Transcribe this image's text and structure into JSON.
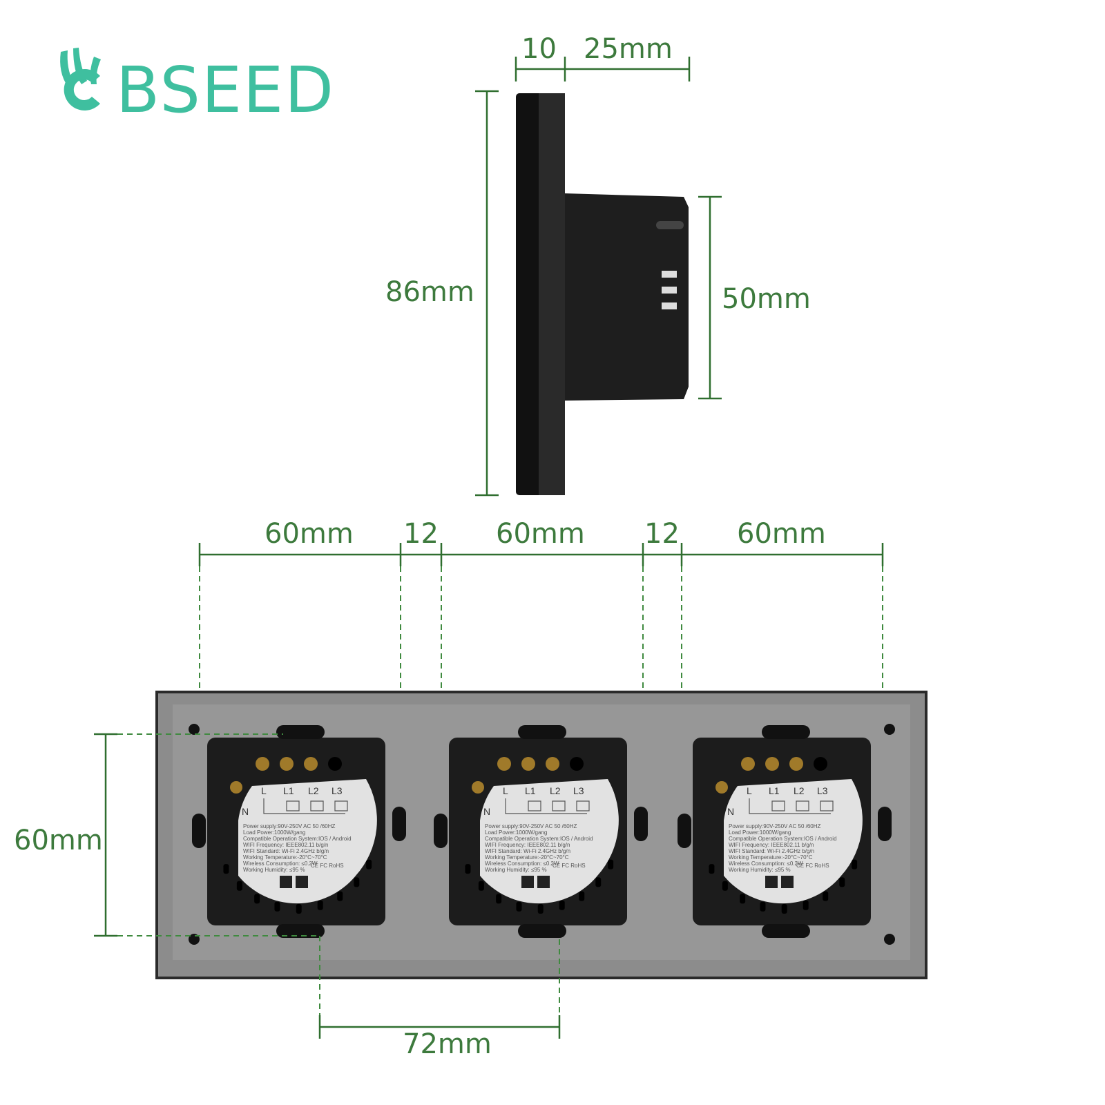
{
  "brand": {
    "name": "BSEED",
    "color": "#3fbf9f"
  },
  "dimensions": {
    "plate_thickness": "10",
    "module_depth": "25mm",
    "plate_height": "86mm",
    "module_height": "50mm",
    "gang_width_1": "60mm",
    "gap_1": "12",
    "gang_width_2": "60mm",
    "gap_2": "12",
    "gang_width_3": "60mm",
    "mounting_height": "60mm",
    "gang_pitch": "72mm"
  },
  "module_label": {
    "terminals": [
      "L",
      "L1",
      "L2",
      "L3",
      "N"
    ],
    "specs": [
      "Power supply:90V-250V AC  50 /60HZ",
      "Load Power:1000W/gang",
      "Compatible Operation System:IOS / Android",
      "WIFI Frequency: IEEE802.11 b/g/n",
      "WIFI Standard: Wi-Fi 2.4GHz b/g/n",
      "Working Temperature:-20°C~70°C",
      "Wireless Consumption: ≤0.2W",
      "Working Humidity: ≤95 %"
    ],
    "certs": "CE FC RoHS",
    "rohs": "RoHS"
  },
  "colors": {
    "dimension": "#2f6e2f",
    "panel": "#8a8a8a",
    "device": "#1a1a1a"
  }
}
